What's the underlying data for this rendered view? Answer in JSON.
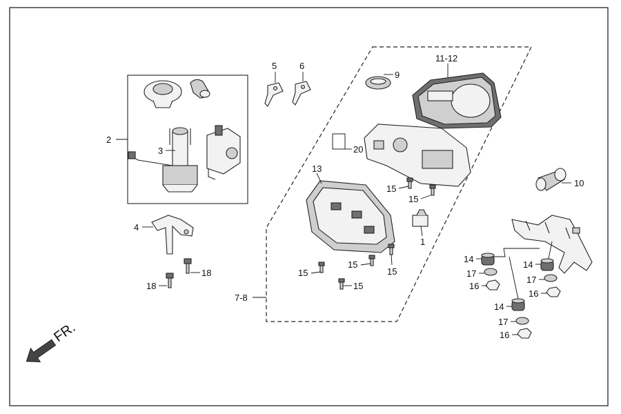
{
  "callouts": {
    "c2": "2",
    "c3": "3",
    "c4": "4",
    "c5": "5",
    "c6": "6",
    "c7_8": "7-8",
    "c9": "9",
    "c10": "10",
    "c11_12": "11-12",
    "c13": "13",
    "c1": "1",
    "c20": "20",
    "c15a": "15",
    "c15b": "15",
    "c15c": "15",
    "c15d": "15",
    "c15e": "15",
    "c15f": "15",
    "c18a": "18",
    "c18b": "18",
    "c14a": "14",
    "c14b": "14",
    "c14c": "14",
    "c17a": "17",
    "c17b": "17",
    "c17c": "17",
    "c16a": "16",
    "c16b": "16",
    "c16c": "16"
  },
  "direction": {
    "label": "FR.",
    "icon": "arrow-down-left-icon"
  }
}
